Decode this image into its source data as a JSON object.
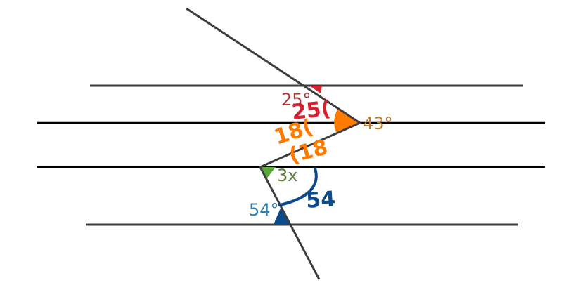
{
  "angles": {
    "top": "25°",
    "right": "43°",
    "middle": "3x",
    "bottom": "54°"
  },
  "annotations": {
    "red": "25(",
    "orange_upper": "18(",
    "orange_lower": "(18",
    "blue": "54"
  },
  "colors": {
    "line_gray": "#3d3d3d",
    "line_black": "#000000",
    "red": "#d8202f",
    "orange": "#ff7a00",
    "green": "#5aa83a",
    "navy": "#0b4a8b",
    "label_red": "#b03232",
    "label_orange": "#c77a2a",
    "label_green": "#5b7a3a",
    "label_blue": "#2e7fae"
  }
}
